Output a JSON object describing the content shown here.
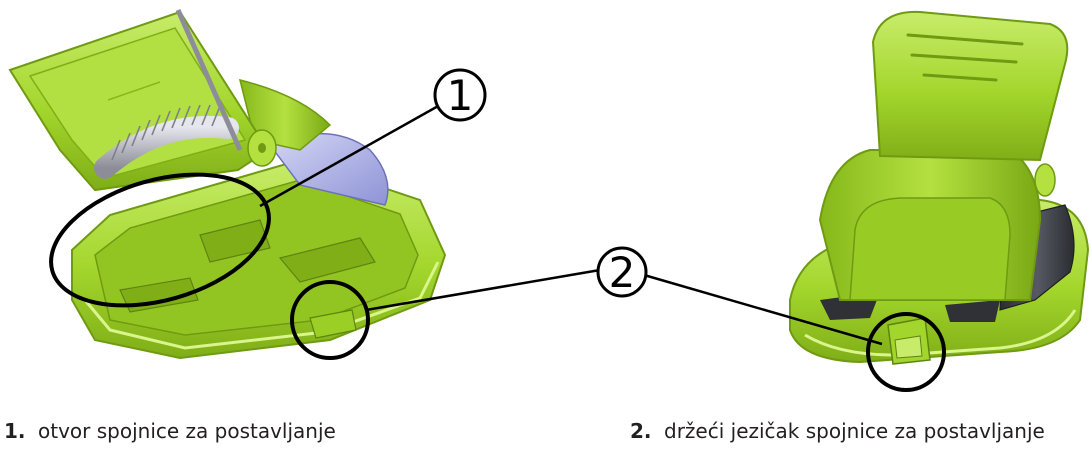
{
  "callouts": [
    {
      "number": "1"
    },
    {
      "number": "2"
    }
  ],
  "captions": [
    {
      "number": "1.",
      "text": "otvor spojnice za postavljanje"
    },
    {
      "number": "2.",
      "text": "držeći jezičak spojnice za postavljanje"
    }
  ],
  "colors": {
    "clip_green": "#a3d62c",
    "clip_green_dark": "#6f9a12",
    "clip_green_light": "#c8ec6a",
    "spring_metal": "#b9b9c4",
    "pad_lavender": "#b6b9e8",
    "pad_dark": "#3a3d44",
    "callout_line": "#000000"
  }
}
